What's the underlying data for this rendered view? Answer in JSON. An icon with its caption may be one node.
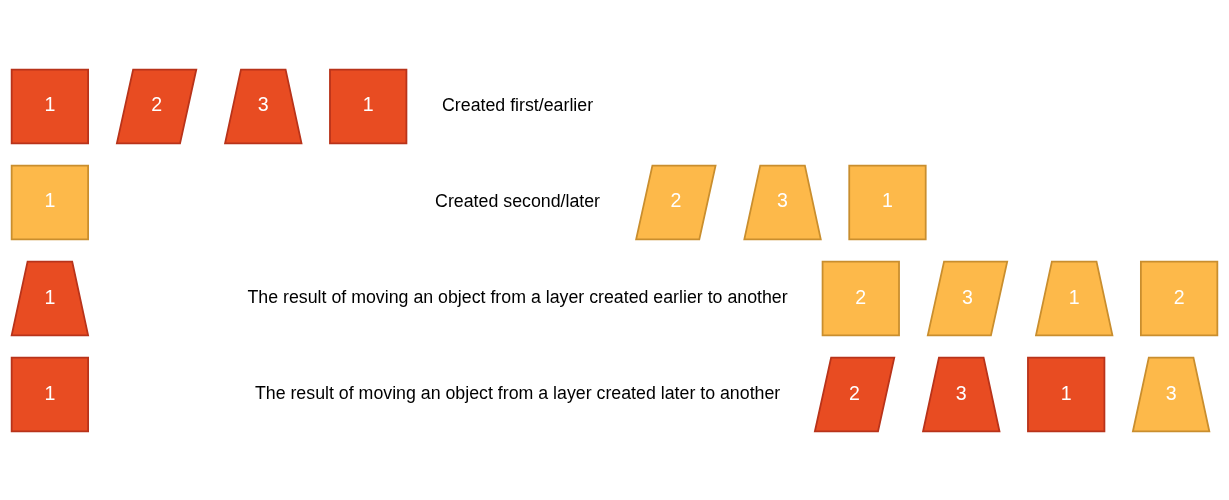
{
  "diagram": {
    "nodes": [
      {
        "text": [
          "1"
        ]
      },
      {
        "text": [
          "2"
        ]
      },
      {
        "text": [
          "3"
        ]
      },
      {
        "text": [
          "1"
        ]
      },
      {
        "text": [
          "1"
        ]
      },
      {
        "text": [
          "2"
        ]
      },
      {
        "text": [
          "3"
        ]
      },
      {
        "text": [
          "1"
        ]
      },
      {
        "text": [
          "1"
        ]
      },
      {
        "text": [
          "2"
        ]
      },
      {
        "text": [
          "3"
        ]
      },
      {
        "text": [
          "1"
        ]
      },
      {
        "text": [
          "2"
        ]
      },
      {
        "text": [
          "1"
        ]
      },
      {
        "text": [
          "2"
        ]
      },
      {
        "text": [
          "3"
        ]
      },
      {
        "text": [
          "1"
        ]
      },
      {
        "text": [
          "3"
        ]
      }
    ],
    "edges": [],
    "labels": [
      "Created first/earlier",
      "Created second/later",
      "The result of moving an object from a layer created earlier to another",
      "The result of moving an object from a layer created later to another"
    ]
  }
}
